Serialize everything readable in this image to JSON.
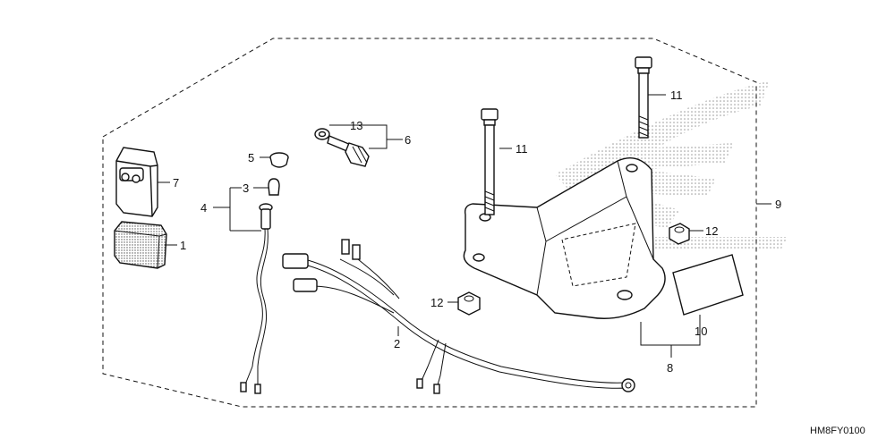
{
  "diagram": {
    "reference_code": "HM8FY0100",
    "callouts": {
      "c1": "1",
      "c2": "2",
      "c3": "3",
      "c4": "4",
      "c5": "5",
      "c6": "6",
      "c7": "7",
      "c8": "8",
      "c9": "9",
      "c10": "10",
      "c11a": "11",
      "c11b": "11",
      "c12a": "12",
      "c12b": "12",
      "c13": "13"
    }
  },
  "colors": {
    "line": "#111111",
    "background": "#ffffff",
    "stipple": "#9a9a9a"
  }
}
